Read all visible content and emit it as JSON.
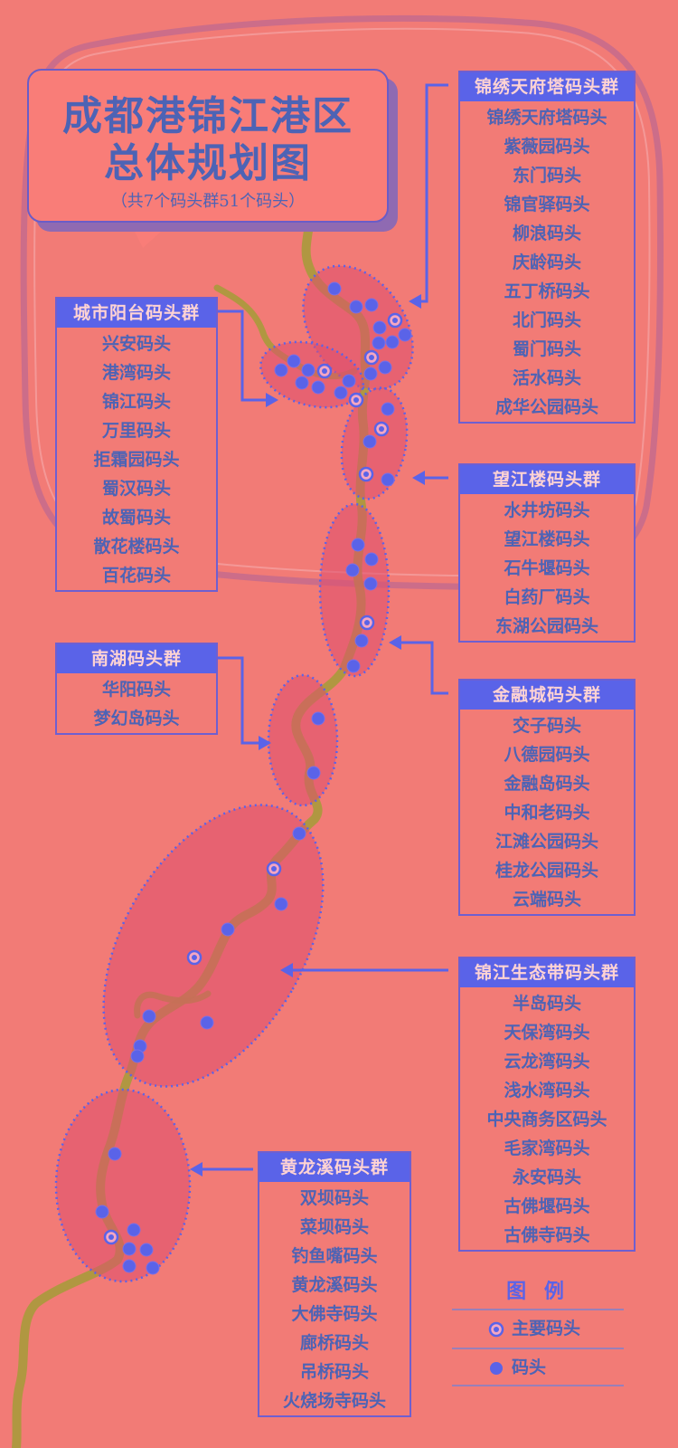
{
  "title": {
    "line1": "成都港锦江港区",
    "line2": "总体规划图",
    "subtitle": "（共7个码头群51个码头）"
  },
  "groups": [
    {
      "name": "锦绣天府塔码头群",
      "items": [
        "锦绣天府塔码头",
        "紫薇园码头",
        "东门码头",
        "锦官驿码头",
        "柳浪码头",
        "庆龄码头",
        "五丁桥码头",
        "北门码头",
        "蜀门码头",
        "活水码头",
        "成华公园码头"
      ]
    },
    {
      "name": "城市阳台码头群",
      "items": [
        "兴安码头",
        "港湾码头",
        "锦江码头",
        "万里码头",
        "拒霜园码头",
        "蜀汉码头",
        "故蜀码头",
        "散花楼码头",
        "百花码头"
      ]
    },
    {
      "name": "望江楼码头群",
      "items": [
        "水井坊码头",
        "望江楼码头",
        "石牛堰码头",
        "白药厂码头",
        "东湖公园码头"
      ]
    },
    {
      "name": "南湖码头群",
      "items": [
        "华阳码头",
        "梦幻岛码头"
      ]
    },
    {
      "name": "金融城码头群",
      "items": [
        "交子码头",
        "八德园码头",
        "金融岛码头",
        "中和老码头",
        "江滩公园码头",
        "桂龙公园码头",
        "云端码头"
      ]
    },
    {
      "name": "锦江生态带码头群",
      "items": [
        "半岛码头",
        "天保湾码头",
        "云龙湾码头",
        "浅水湾码头",
        "中央商务区码头",
        "毛家湾码头",
        "永安码头",
        "古佛堰码头",
        "古佛寺码头"
      ]
    },
    {
      "name": "黄龙溪码头群",
      "items": [
        "双坝码头",
        "菜坝码头",
        "钓鱼嘴码头",
        "黄龙溪码头",
        "大佛寺码头",
        "廊桥码头",
        "吊桥码头",
        "火烧场寺码头"
      ]
    }
  ],
  "legend": {
    "title": "图 例",
    "main_dock": "主要码头",
    "dock": "码头"
  },
  "colors": {
    "background": "#f27b76",
    "river": "#a89a3c",
    "header": "#5a63e8",
    "dot": "#5a63e8",
    "cluster_fill": "#df4f6e",
    "cluster_border": "#5a63e8"
  }
}
